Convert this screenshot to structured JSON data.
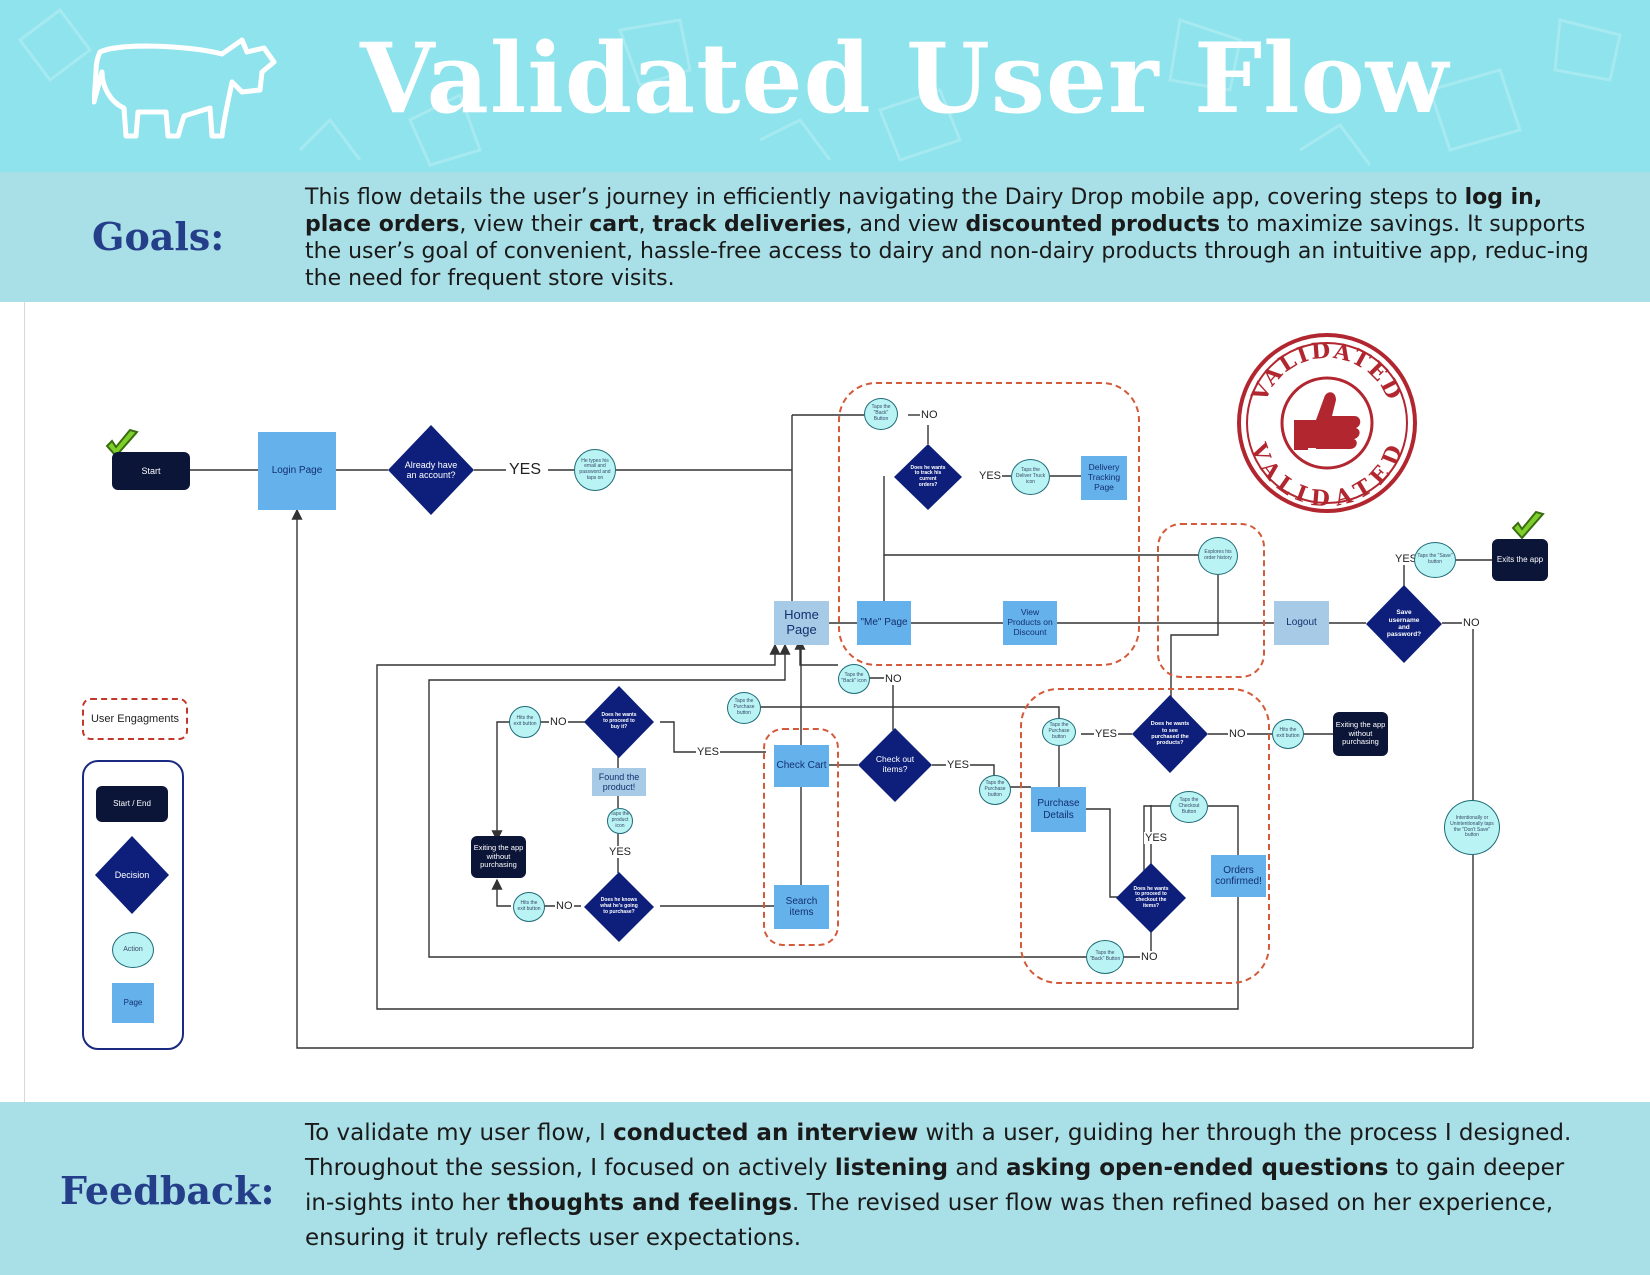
{
  "header": {
    "title": "Validated User Flow"
  },
  "goals": {
    "label": "Goals:",
    "t1": "This flow details the user’s journey in efficiently navigating the Dairy Drop mobile app, covering steps to ",
    "b1": "log in,",
    "t2": " ",
    "b2": "place orders",
    "t3": ", view their ",
    "b3": "cart",
    "t4": ", ",
    "b4": "track deliveries",
    "t5": ", and view ",
    "b5": "discounted products",
    "t6": " to maximize savings. It supports the user’s goal of convenient, hassle-free access to dairy and non-dairy products through an intuitive app, reduc-ing the need for frequent store visits."
  },
  "feedback": {
    "label": "Feedback:",
    "t1": "To validate my user flow, I ",
    "b1": "conducted an interview",
    "t2": " with a user, guiding her through the process I designed. Throughout the session, I focused on actively ",
    "b2": "listening",
    "t3": " and ",
    "b3": "asking open-ended questions",
    "t4": " to gain deeper in-sights into her ",
    "b4": "thoughts and feelings",
    "t5": ". The revised user flow was then refined based on her experience, ensuring it truly reflects user expectations."
  },
  "stamp": {
    "text_top": "VALIDATED",
    "text_bottom": "VALIDATED"
  },
  "legend": {
    "engagement": "User Engagments",
    "start_end": "Start / End",
    "decision": "Decision",
    "action": "Action",
    "page": "Page"
  },
  "nodes": {
    "start": "Start",
    "login": "Login Page",
    "already_account": "Already have an account?",
    "types_email": "He types his email and password and taps on",
    "home": "Home Page",
    "me_page": "\"Me\" Page",
    "view_discount": "View Products on Discount",
    "logout": "Logout",
    "save_creds": "Save username and password?",
    "taps_save": "Taps the \"Save\" button",
    "exits_app": "Exits the app",
    "taps_back_top": "Taps the \"Back\" Button",
    "track_orders": "Does he wants to track his current orders?",
    "taps_deliver": "Taps the Deliver Truck icon",
    "delivery_tracking": "Delivery Tracking Page",
    "order_history": "Explores his order history",
    "taps_back_mid": "Taps the \"Back\" icon",
    "check_out_q": "Check out items?",
    "taps_purchase_yes": "Taps the Purchase button",
    "purchase_details": "Purchase Details",
    "wants_proceed": "Does he wants to proceed to buy it?",
    "hits_exit_top": "Hits the exit button",
    "taps_purchase_left": "Taps the Purchase button",
    "found_product": "Found the product!",
    "taps_product": "Taps the product icon",
    "knows_what": "Does he knows what he's going to purchase?",
    "hits_exit_bottom": "Hits the exit button",
    "exiting_left": "Exiting the app without purchasing",
    "check_cart": "Check Cart",
    "search_items": "Search items",
    "taps_purchase_right": "Taps the Purchase button",
    "purchased_products": "Does he wants to see purchased the products?",
    "hits_exit_right": "Hits the exit button",
    "exiting_right": "Exiting the app without purchasing",
    "taps_checkout": "Taps the Checkout Button",
    "orders_confirmed": "Orders confirmed!",
    "abandon": "Does he wants to proceed to checkout the items?",
    "taps_back_bottom": "Taps the \"Back\" Button",
    "dont_save": "Intentionally or Unintentionally taps the \"Don't Save\" button"
  },
  "labels": {
    "yes_account": "YES",
    "no_back": "NO",
    "yes_track": "YES",
    "no_mid": "NO",
    "yes_checkout": "YES",
    "yes_proceed": "YES",
    "no_proceed": "NO",
    "yes_found": "YES",
    "no_knows": "NO",
    "yes_purchased": "YES",
    "no_purchased": "NO",
    "yes_checkout_btn": "YES",
    "no_abandon": "NO",
    "yes_save": "YES",
    "no_save": "NO"
  },
  "colors": {
    "header_bg": "#8ee3ec",
    "band_bg": "#a9dfe6",
    "label_blue": "#243e8a",
    "page_blue": "#64b1ec",
    "decision_navy": "#0d1f7a",
    "start_navy": "#0b1538",
    "action_fill": "#b9f3f3",
    "engagement_red": "#d35a3a",
    "stamp_red": "#b1262f",
    "check_green": "#7fcf2b"
  }
}
